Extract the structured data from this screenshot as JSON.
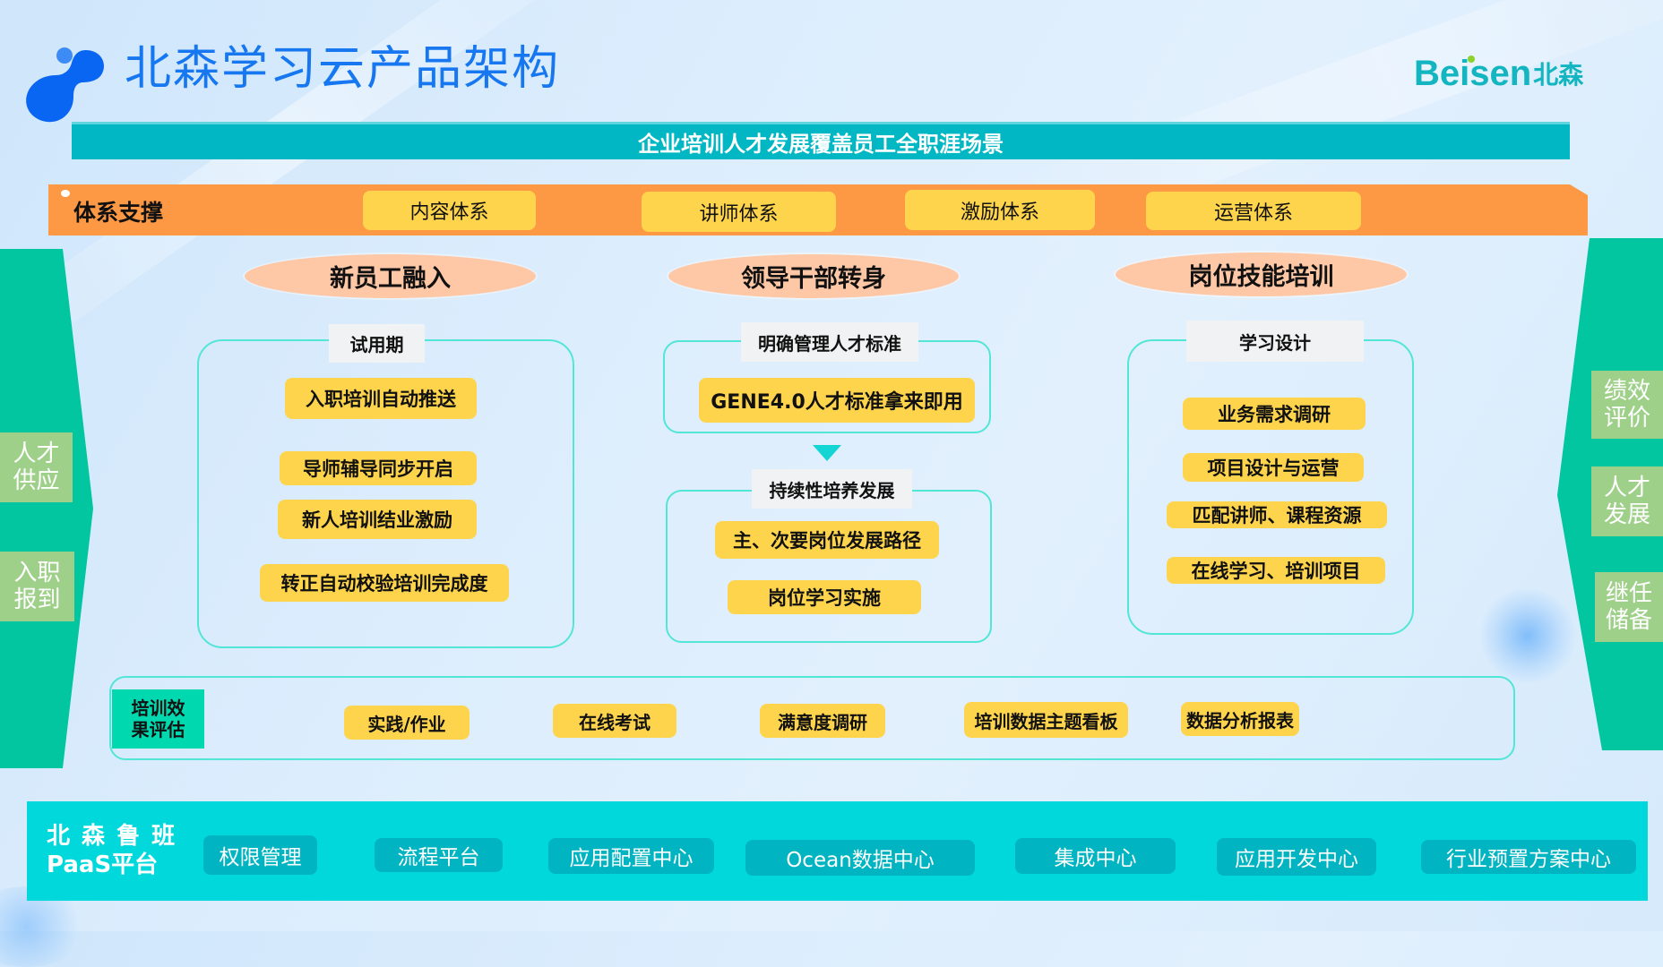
{
  "header": {
    "title": "北森学习云产品架构",
    "brand_en": "Beisen",
    "brand_cn": "北森",
    "logo_icon": "blob-logo-icon"
  },
  "banner": {
    "text": "企业培训人才发展覆盖员工全职涯场景"
  },
  "support": {
    "title": "体系支撑",
    "items": [
      "内容体系",
      "讲师体系",
      "激励体系",
      "运营体系"
    ]
  },
  "left_side": {
    "labels": [
      "人才\n供应",
      "入职\n报到"
    ],
    "label_lines": [
      [
        "人才",
        "供应"
      ],
      [
        "入职",
        "报到"
      ]
    ]
  },
  "right_side": {
    "label_lines": [
      [
        "绩效",
        "评价"
      ],
      [
        "人才",
        "发展"
      ],
      [
        "继任",
        "储备"
      ]
    ]
  },
  "columns": [
    {
      "title": "新员工融入",
      "groups": [
        {
          "tag": "试用期",
          "items": [
            "入职培训自动推送",
            "导师辅导同步开启",
            "新人培训结业激励",
            "转正自动校验培训完成度"
          ]
        }
      ]
    },
    {
      "title": "领导干部转身",
      "groups": [
        {
          "tag": "明确管理人才标准",
          "items": [
            "GENE4.0人才标准拿来即用"
          ]
        },
        {
          "tag": "持续性培养发展",
          "items": [
            "主、次要岗位发展路径",
            "岗位学习实施"
          ]
        }
      ]
    },
    {
      "title": "岗位技能培训",
      "groups": [
        {
          "tag": "学习设计",
          "items": [
            "业务需求调研",
            "项目设计与运营",
            "匹配讲师、课程资源",
            "在线学习、培训项目"
          ]
        }
      ]
    }
  ],
  "evaluation": {
    "label_lines": [
      "培训效",
      "果评估"
    ],
    "items": [
      "实践/作业",
      "在线考试",
      "满意度调研",
      "培训数据主题看板",
      "数据分析报表"
    ]
  },
  "paas": {
    "title_lines": [
      "北 森 鲁 班",
      "PaaS平台"
    ],
    "items": [
      "权限管理",
      "流程平台",
      "应用配置中心",
      "Ocean数据中心",
      "集成中心",
      "应用开发中心",
      "行业预置方案中心"
    ]
  },
  "colors": {
    "title_blue": "#1677f0",
    "banner_teal": "#00b7c3",
    "support_orange": "#fd9944",
    "button_yellow": "#fed44c",
    "pill_peach": "#fec8a6",
    "frame_cyan": "#52e6d6",
    "side_green": "#02c69f",
    "side_label_green": "#9fd08a",
    "eval_label_green": "#00d9b0",
    "paas_cyan": "#00d8dc",
    "paas_button": "#00b4c2"
  }
}
